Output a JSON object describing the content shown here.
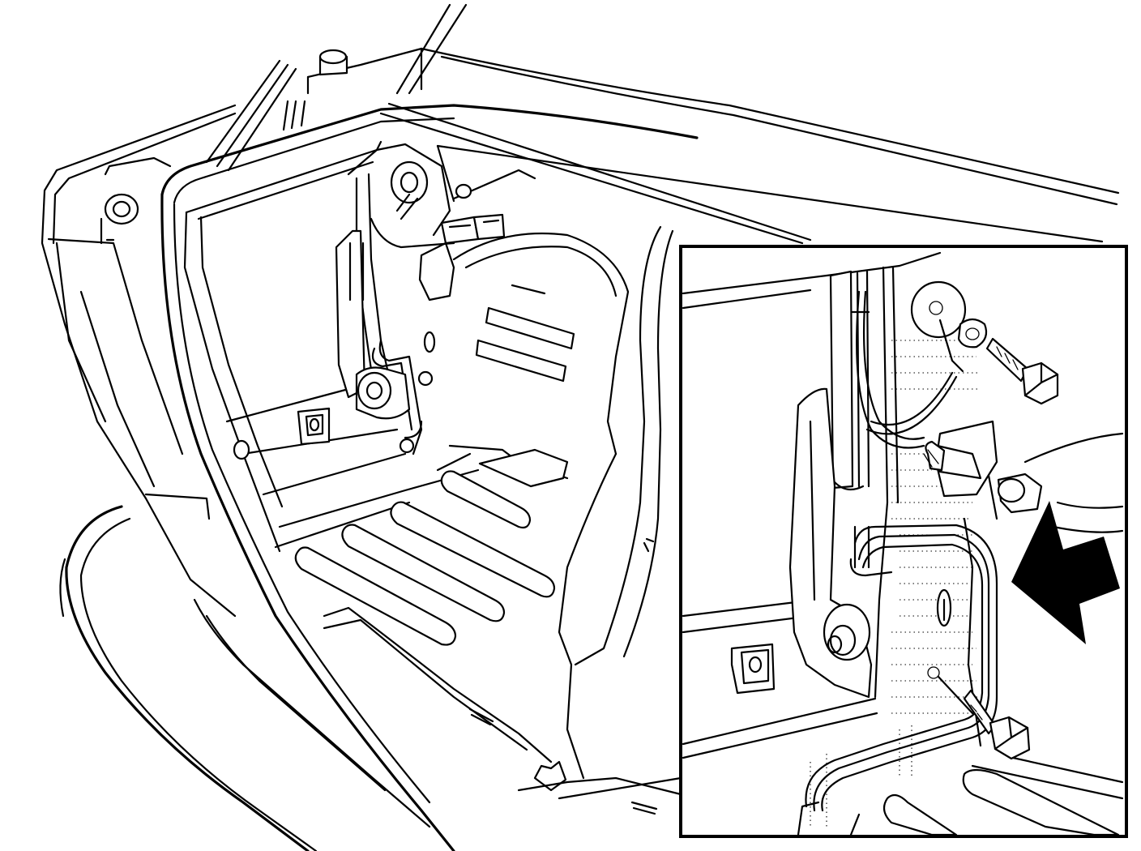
{
  "figure": {
    "components": [
      "trunk-lid",
      "trunk-opening",
      "rear-bumper",
      "side-trim-panel",
      "inset-detail-frame",
      "wiring-harness",
      "ground-terminal",
      "ground-bolt",
      "connector",
      "lower-bolt",
      "pointer-arrow"
    ],
    "colors": {
      "line": "#000000",
      "background": "#ffffff"
    }
  }
}
